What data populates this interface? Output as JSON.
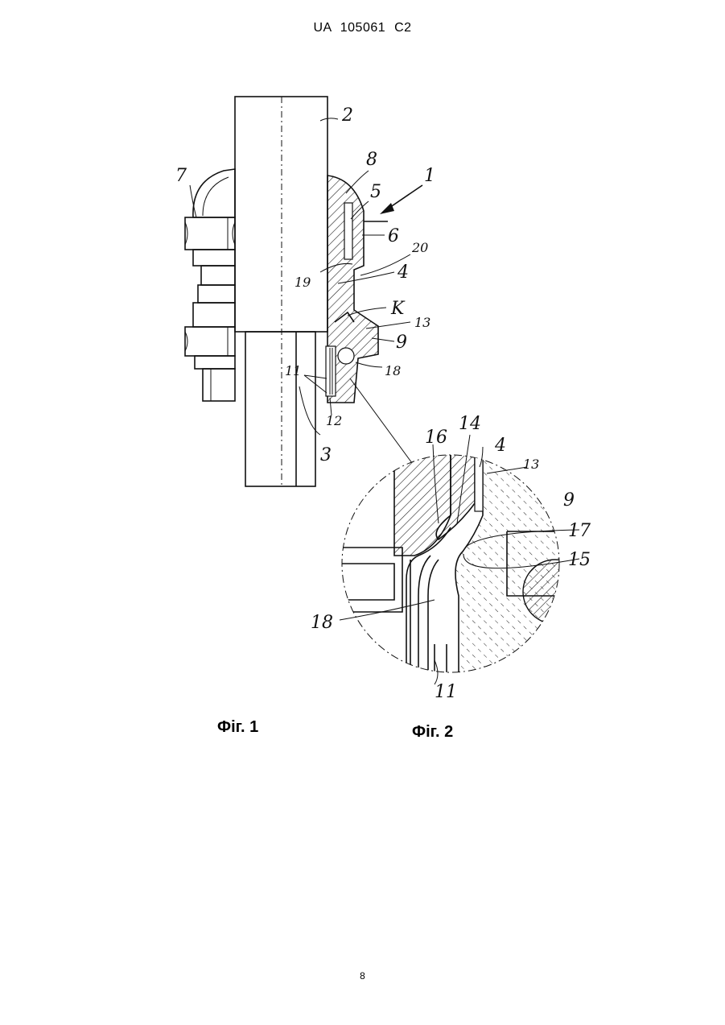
{
  "header": {
    "doc_id": "UA   105061   C2"
  },
  "figures": [
    {
      "label": "Фіг. 1"
    },
    {
      "label": "Фіг. 2"
    }
  ],
  "fig1_refs": [
    "2",
    "7",
    "8",
    "1",
    "5",
    "6",
    "20",
    "19",
    "4",
    "K",
    "13",
    "9",
    "11",
    "18",
    "12",
    "3"
  ],
  "fig2_refs": [
    "16",
    "14",
    "4",
    "13",
    "9",
    "17",
    "15",
    "18",
    "11"
  ],
  "page_number": "8"
}
